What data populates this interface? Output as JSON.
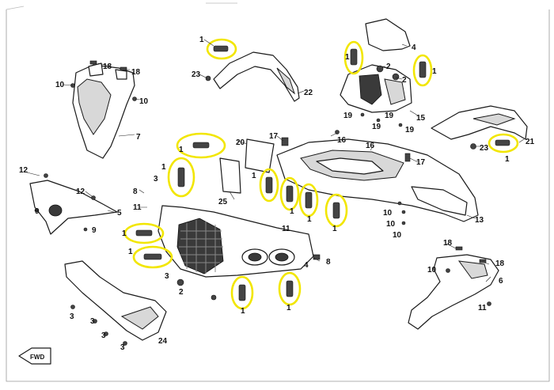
{
  "diagram": {
    "highlight_color": "#f2e600",
    "badge_text": "FWD",
    "callouts": [
      {
        "id": "c1a",
        "text": "1"
      },
      {
        "id": "c1b",
        "text": "1"
      },
      {
        "id": "c1c",
        "text": "1"
      },
      {
        "id": "c1d",
        "text": "1"
      },
      {
        "id": "c1e",
        "text": "1"
      },
      {
        "id": "c1f",
        "text": "1"
      },
      {
        "id": "c1g",
        "text": "1"
      },
      {
        "id": "c1h",
        "text": "1"
      },
      {
        "id": "c1i",
        "text": "1"
      },
      {
        "id": "c1j",
        "text": "1"
      },
      {
        "id": "c1k",
        "text": "1"
      },
      {
        "id": "c1l",
        "text": "1"
      },
      {
        "id": "c1m",
        "text": "1"
      },
      {
        "id": "c1n",
        "text": "1"
      },
      {
        "id": "c2a",
        "text": "2"
      },
      {
        "id": "c2b",
        "text": "2"
      },
      {
        "id": "c2c",
        "text": "2"
      },
      {
        "id": "c3a",
        "text": "3"
      },
      {
        "id": "c3b",
        "text": "3"
      },
      {
        "id": "c3c",
        "text": "3"
      },
      {
        "id": "c3d",
        "text": "3"
      },
      {
        "id": "c3e",
        "text": "3"
      },
      {
        "id": "c3f",
        "text": "3"
      },
      {
        "id": "c4a",
        "text": "4"
      },
      {
        "id": "c4b",
        "text": "4"
      },
      {
        "id": "c5",
        "text": "5"
      },
      {
        "id": "c6",
        "text": "6"
      },
      {
        "id": "c7",
        "text": "7"
      },
      {
        "id": "c8a",
        "text": "8"
      },
      {
        "id": "c8b",
        "text": "8"
      },
      {
        "id": "c9a",
        "text": "9"
      },
      {
        "id": "c9b",
        "text": "9"
      },
      {
        "id": "c10a",
        "text": "10"
      },
      {
        "id": "c10b",
        "text": "10"
      },
      {
        "id": "c10c",
        "text": "10"
      },
      {
        "id": "c10d",
        "text": "10"
      },
      {
        "id": "c10e",
        "text": "10"
      },
      {
        "id": "c10f",
        "text": "10"
      },
      {
        "id": "c11a",
        "text": "11"
      },
      {
        "id": "c11b",
        "text": "11"
      },
      {
        "id": "c12a",
        "text": "12"
      },
      {
        "id": "c12b",
        "text": "12"
      },
      {
        "id": "c13",
        "text": "13"
      },
      {
        "id": "c15",
        "text": "15"
      },
      {
        "id": "c16a",
        "text": "16"
      },
      {
        "id": "c16b",
        "text": "16"
      },
      {
        "id": "c17a",
        "text": "17"
      },
      {
        "id": "c17b",
        "text": "17"
      },
      {
        "id": "c18a",
        "text": "18"
      },
      {
        "id": "c18b",
        "text": "18"
      },
      {
        "id": "c18c",
        "text": "18"
      },
      {
        "id": "c18d",
        "text": "18"
      },
      {
        "id": "c19a",
        "text": "19"
      },
      {
        "id": "c19b",
        "text": "19"
      },
      {
        "id": "c19c",
        "text": "19"
      },
      {
        "id": "c19d",
        "text": "19"
      },
      {
        "id": "c20",
        "text": "20"
      },
      {
        "id": "c21",
        "text": "21"
      },
      {
        "id": "c22",
        "text": "22"
      },
      {
        "id": "c23a",
        "text": "23"
      },
      {
        "id": "c23b",
        "text": "23"
      },
      {
        "id": "c24",
        "text": "24"
      },
      {
        "id": "c25",
        "text": "25"
      }
    ]
  }
}
